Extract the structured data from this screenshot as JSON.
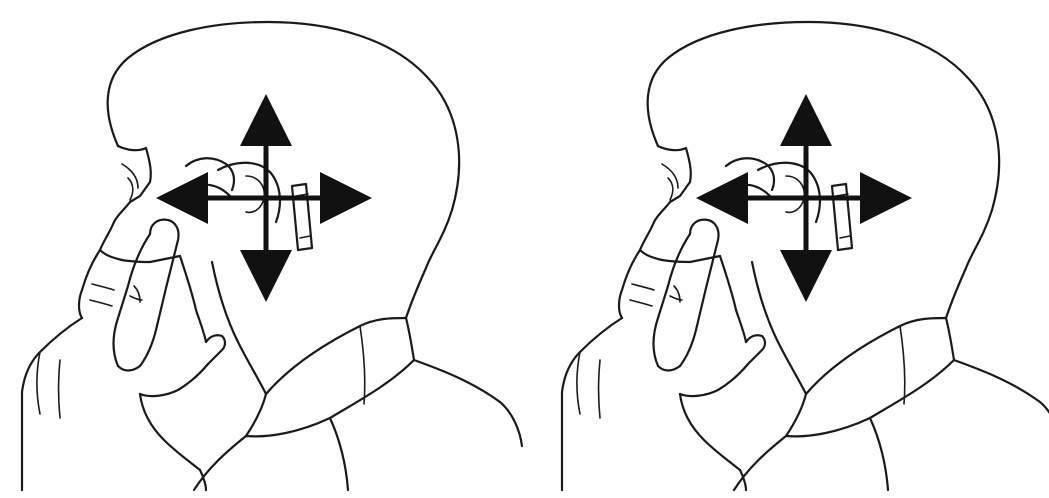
{
  "figure": {
    "panels": [
      {
        "id": "left",
        "arrows": [
          "up",
          "down",
          "left",
          "right"
        ]
      },
      {
        "id": "right",
        "arrows": [
          "up",
          "down",
          "left",
          "right"
        ]
      }
    ],
    "colors": {
      "ink": "#111111",
      "background": "#ffffff"
    }
  }
}
